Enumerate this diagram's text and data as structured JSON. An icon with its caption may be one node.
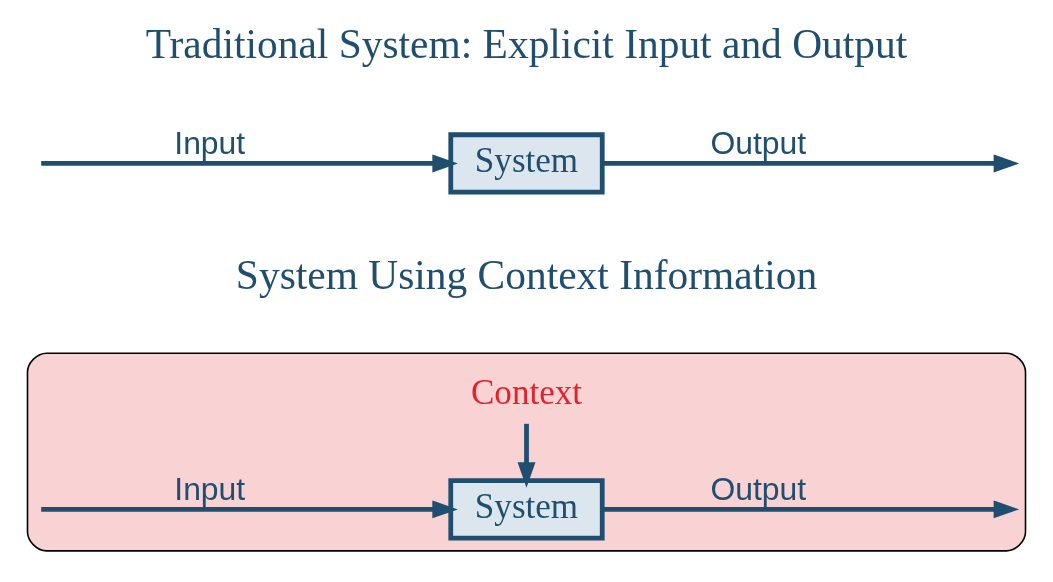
{
  "diagram": {
    "nodes": [
      {
        "text": [
          "System"
        ]
      },
      {
        "text": [],
        "shape": "ellipse"
      },
      {
        "text": [
          "Context"
        ],
        "in": 1
      },
      {
        "text": [
          "System"
        ],
        "in": 1
      }
    ],
    "edges": [
      {
        "from": null,
        "to": 0,
        "arrow": "to",
        "label": "Input"
      },
      {
        "from": 0,
        "to": null,
        "arrow": "to",
        "label": "Output"
      },
      {
        "from": 2,
        "to": 3,
        "arrow": "to"
      },
      {
        "from": null,
        "to": 3,
        "arrow": "to",
        "label": "Input"
      },
      {
        "from": 3,
        "to": null,
        "arrow": "to",
        "label": "Output"
      }
    ],
    "labels": [
      "Traditional System: Explicit Input and Output",
      "System Using Context Information"
    ]
  }
}
